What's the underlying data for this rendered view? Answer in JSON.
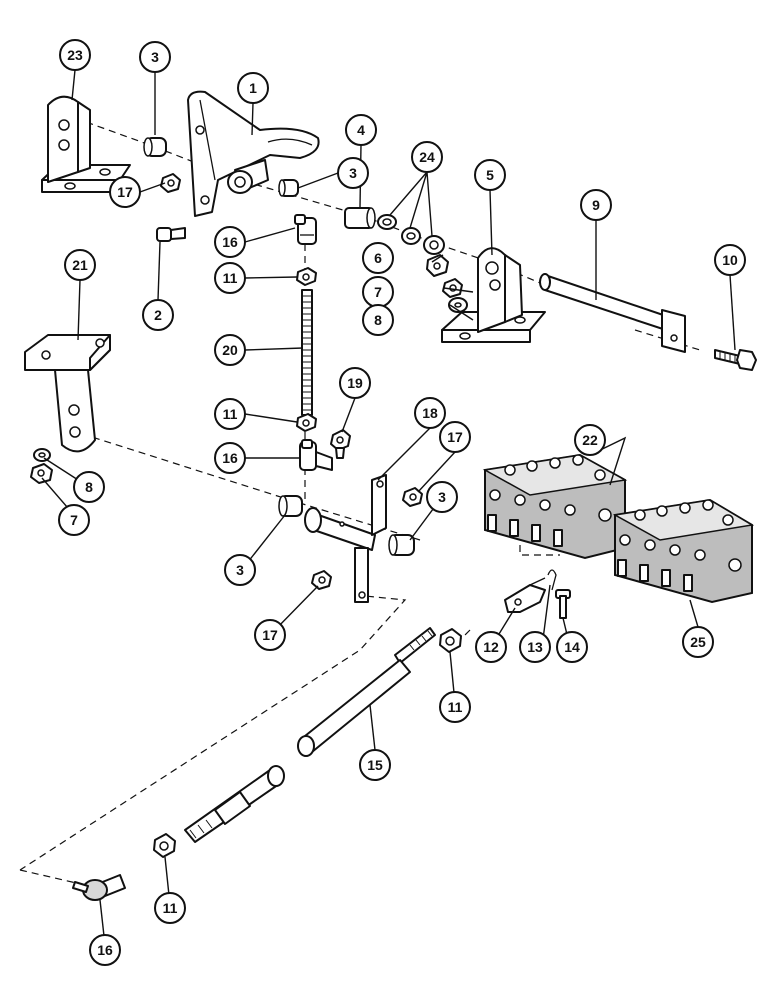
{
  "callouts": [
    {
      "id": "c1",
      "label": "1"
    },
    {
      "id": "c2",
      "label": "2"
    },
    {
      "id": "c3a",
      "label": "3"
    },
    {
      "id": "c3b",
      "label": "3"
    },
    {
      "id": "c3c",
      "label": "3"
    },
    {
      "id": "c3d",
      "label": "3"
    },
    {
      "id": "c4",
      "label": "4"
    },
    {
      "id": "c5",
      "label": "5"
    },
    {
      "id": "c6",
      "label": "6"
    },
    {
      "id": "c7a",
      "label": "7"
    },
    {
      "id": "c7b",
      "label": "7"
    },
    {
      "id": "c8a",
      "label": "8"
    },
    {
      "id": "c8b",
      "label": "8"
    },
    {
      "id": "c9",
      "label": "9"
    },
    {
      "id": "c10",
      "label": "10"
    },
    {
      "id": "c11a",
      "label": "11"
    },
    {
      "id": "c11b",
      "label": "11"
    },
    {
      "id": "c11c",
      "label": "11"
    },
    {
      "id": "c11d",
      "label": "11"
    },
    {
      "id": "c12",
      "label": "12"
    },
    {
      "id": "c13",
      "label": "13"
    },
    {
      "id": "c14",
      "label": "14"
    },
    {
      "id": "c15",
      "label": "15"
    },
    {
      "id": "c16a",
      "label": "16"
    },
    {
      "id": "c16b",
      "label": "16"
    },
    {
      "id": "c16c",
      "label": "16"
    },
    {
      "id": "c17a",
      "label": "17"
    },
    {
      "id": "c17b",
      "label": "17"
    },
    {
      "id": "c17c",
      "label": "17"
    },
    {
      "id": "c18",
      "label": "18"
    },
    {
      "id": "c19",
      "label": "19"
    },
    {
      "id": "c20",
      "label": "20"
    },
    {
      "id": "c21",
      "label": "21"
    },
    {
      "id": "c22",
      "label": "22"
    },
    {
      "id": "c23",
      "label": "23"
    },
    {
      "id": "c24",
      "label": "24"
    },
    {
      "id": "c25",
      "label": "25"
    }
  ]
}
